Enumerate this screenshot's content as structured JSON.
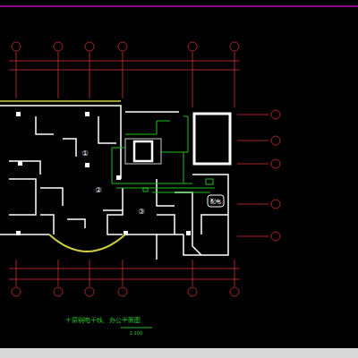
{
  "diagram": {
    "title": "十层弱电干线、办公平面图",
    "labels": [
      "①",
      "②",
      "③",
      "配电",
      "1:100"
    ]
  }
}
